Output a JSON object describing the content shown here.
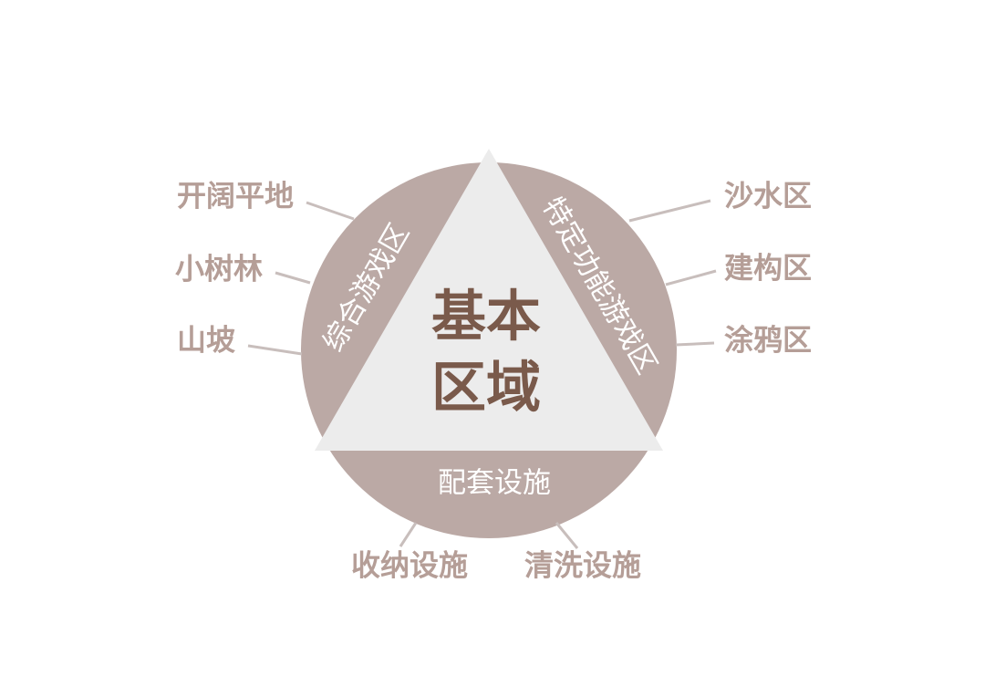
{
  "colors": {
    "circle": "#bba9a5",
    "triangle": "#ececec",
    "outer_text": "#b59e97",
    "connector": "#c8bebc",
    "center_text": "#7a5a4b",
    "segment_text": "#ffffff"
  },
  "center": {
    "line1": "基本",
    "line2": "区域"
  },
  "segments": {
    "left": "综合游戏区",
    "right": "特定功能游戏区",
    "bottom": "配套设施"
  },
  "left_items": [
    "开阔平地",
    "小树林",
    "山坡"
  ],
  "right_items": [
    "沙水区",
    "建构区",
    "涂鸦区"
  ],
  "bottom_items": [
    "收纳设施",
    "清洗设施"
  ]
}
